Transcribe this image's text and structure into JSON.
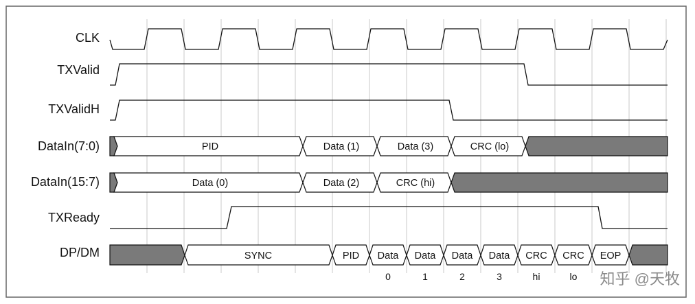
{
  "signals": [
    {
      "name": "CLK"
    },
    {
      "name": "TXValid"
    },
    {
      "name": "TXValidH"
    },
    {
      "name": "DataIn(7:0)"
    },
    {
      "name": "DataIn(15:7)"
    },
    {
      "name": "TXReady"
    },
    {
      "name": "DP/DM"
    }
  ],
  "bus_datain_low": [
    "PID",
    "Data (1)",
    "Data (3)",
    "CRC (lo)"
  ],
  "bus_datain_high": [
    "Data (0)",
    "Data (2)",
    "CRC (hi)"
  ],
  "bus_dpdm": [
    "SYNC",
    "PID",
    "Data",
    "Data",
    "Data",
    "Data",
    "CRC",
    "CRC",
    "EOP"
  ],
  "dpdm_sublabels": [
    "0",
    "1",
    "2",
    "3",
    "hi",
    "lo"
  ],
  "watermark": "知乎 @天牧",
  "colors": {
    "idle_fill": "#7a7a7a",
    "line": "#111111",
    "grid": "#c8c8c8"
  }
}
